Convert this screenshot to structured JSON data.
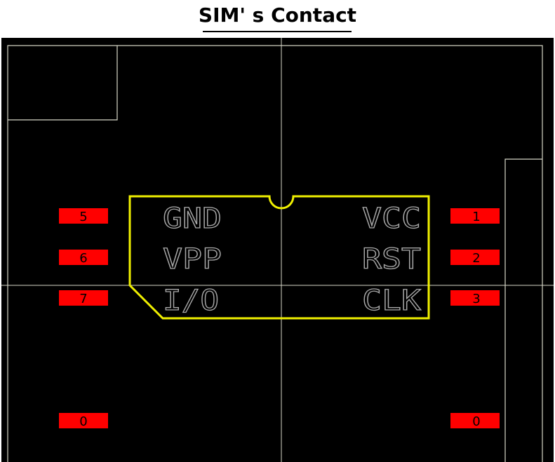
{
  "title": "SIM' s Contact",
  "colors": {
    "background": "#000000",
    "outline": "#d8d8c8",
    "chip_outline": "#f0f000",
    "pad": "#ff0000",
    "label": "#a8a8a8"
  },
  "pads_left": [
    {
      "number": "5"
    },
    {
      "number": "6"
    },
    {
      "number": "7"
    },
    {
      "number": "0"
    }
  ],
  "pads_right": [
    {
      "number": "1"
    },
    {
      "number": "2"
    },
    {
      "number": "3"
    },
    {
      "number": "0"
    }
  ],
  "labels_left": [
    "GND",
    "VPP",
    "I/O"
  ],
  "labels_right": [
    "VCC",
    "RST",
    "CLK"
  ]
}
